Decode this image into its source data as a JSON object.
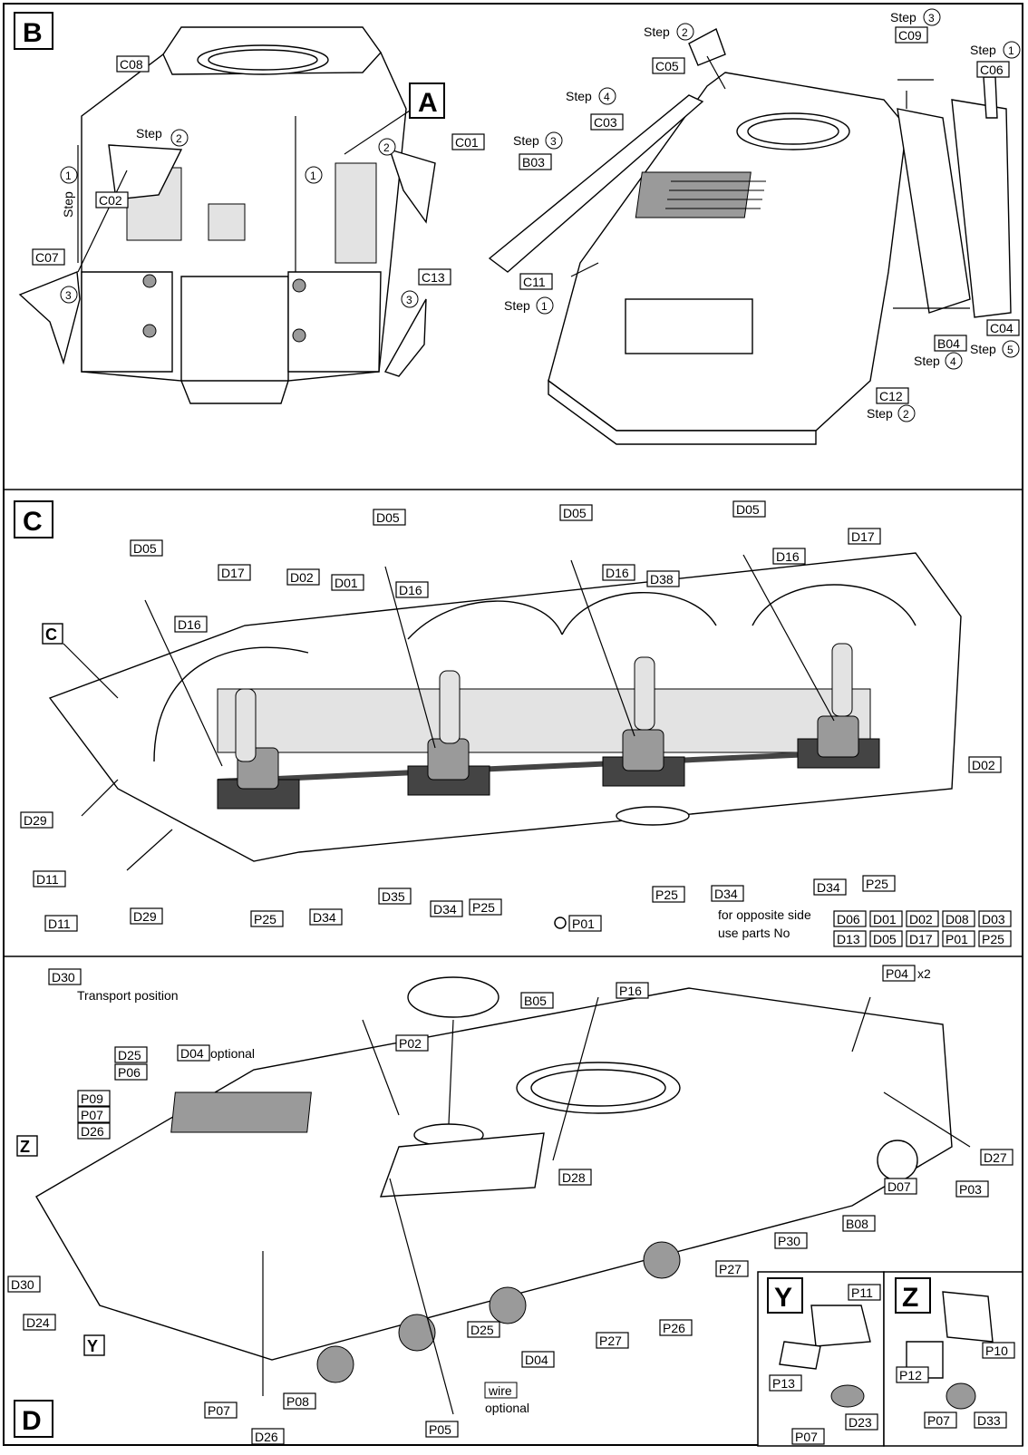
{
  "sections": {
    "B": "B",
    "C": "C",
    "D": "D"
  },
  "inner_labels": {
    "A": "A",
    "C": "C",
    "Y": "Y",
    "Z": "Z"
  },
  "step_word": "Step",
  "parts": {
    "C08": "C08",
    "C01": "C01",
    "C02": "C02",
    "C07": "C07",
    "C13": "C13",
    "C05": "C05",
    "C09": "C09",
    "C06": "C06",
    "C03": "C03",
    "B03": "B03",
    "C11": "C11",
    "B04": "B04",
    "C04": "C04",
    "C12": "C12",
    "D05": "D05",
    "D17": "D17",
    "D02": "D02",
    "D01": "D01",
    "D16": "D16",
    "D38": "D38",
    "D29": "D29",
    "D11": "D11",
    "D34": "D34",
    "D35": "D35",
    "P25": "P25",
    "P01": "P01",
    "D30": "D30",
    "D25": "D25",
    "P06": "P06",
    "D04": "D04",
    "P09": "P09",
    "P07": "P07",
    "D26": "D26",
    "B05": "B05",
    "P02": "P02",
    "P16": "P16",
    "P04": "P04",
    "D28": "D28",
    "D27": "D27",
    "D07": "D07",
    "P03": "P03",
    "B08": "B08",
    "P30": "P30",
    "P27": "P27",
    "P26": "P26",
    "D24": "D24",
    "P08": "P08",
    "P05": "P05",
    "P11": "P11",
    "P13": "P13",
    "D23": "D23",
    "P12": "P12",
    "P10": "P10",
    "D33": "D33"
  },
  "notes": {
    "opposite_side_line1": "for opposite side",
    "opposite_side_line2": "use parts No",
    "opposite_row1": [
      "D06",
      "D01",
      "D02",
      "D08",
      "D03"
    ],
    "opposite_row2": [
      "D13",
      "D05",
      "D17",
      "P01",
      "P25"
    ],
    "transport_position": "Transport position",
    "optional": "optional",
    "wire_line1": "wire",
    "wire_line2": "optional",
    "x2": "x2"
  },
  "step_numbers": {
    "s1": "1",
    "s2": "2",
    "s3": "3",
    "s4": "4",
    "s5": "5"
  },
  "icons": {
    "photo_etch_marker": "circular-arrow-icon",
    "step_number_marker": "circled-number-icon"
  }
}
